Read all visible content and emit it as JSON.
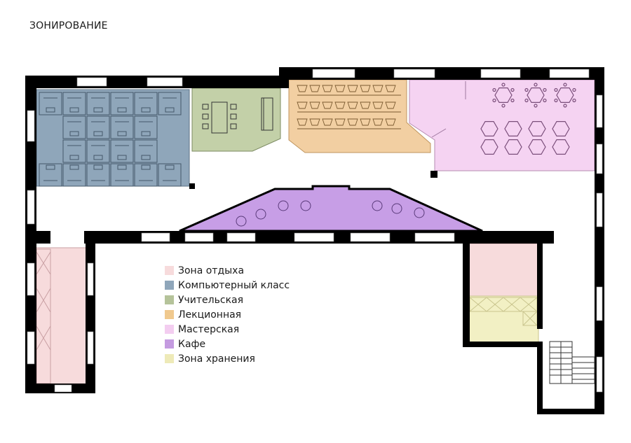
{
  "title": "ЗОНИРОВАНИЕ",
  "colors": {
    "wall": "#000000",
    "window": "#ffffff",
    "zone_rest": "#f7dbdc",
    "zone_computer": "#8fa6ba",
    "zone_teachers": "#c3d0a8",
    "zone_lecture": "#f2cfa2",
    "zone_workshop": "#f5d3f2",
    "zone_cafe": "#c79ee6",
    "zone_storage": "#f2f0c4"
  },
  "legend": [
    {
      "label": "Зона отдыха",
      "color": "#f7dbdc"
    },
    {
      "label": "Компьютерный класс",
      "color": "#8fa6ba"
    },
    {
      "label": "Учительская",
      "color": "#b5c39a"
    },
    {
      "label": "Лекционная",
      "color": "#f0c98e"
    },
    {
      "label": "Мастерская",
      "color": "#f3cdf0"
    },
    {
      "label": "Кафе",
      "color": "#c49be0"
    },
    {
      "label": "Зона хранения",
      "color": "#eeeab8"
    }
  ]
}
